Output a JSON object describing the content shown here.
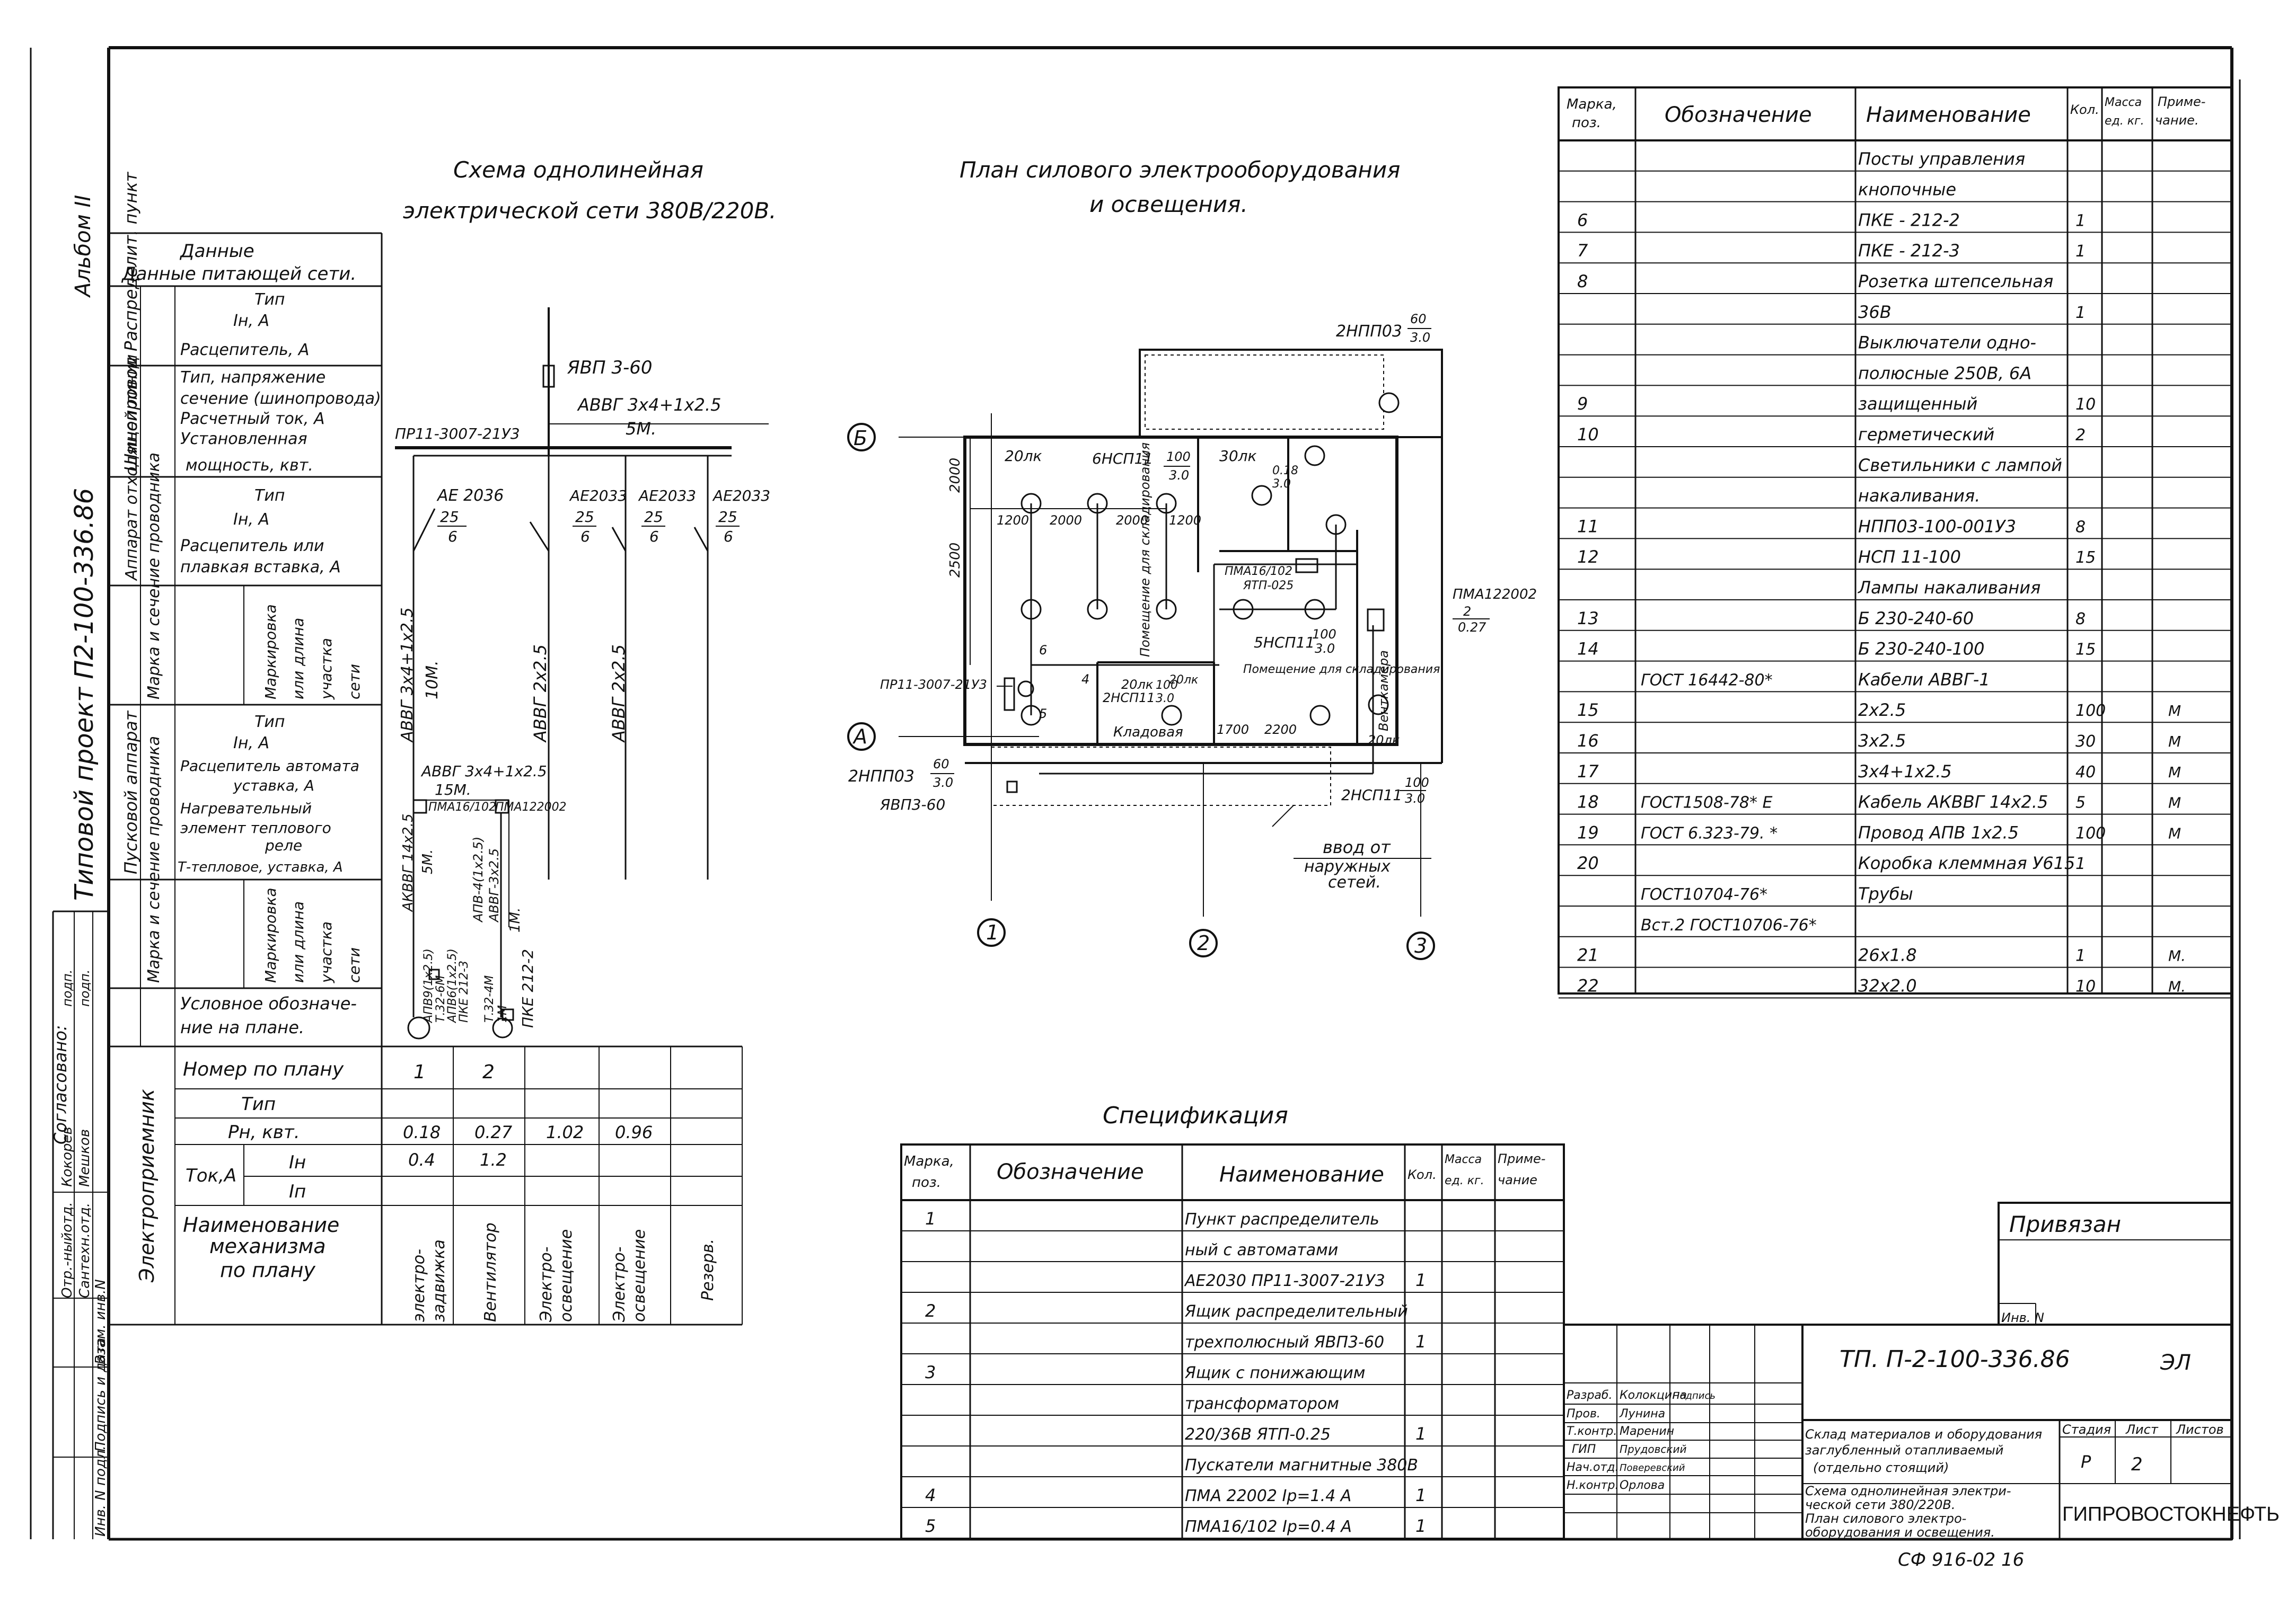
{
  "side_block": {
    "album": "Альбом II",
    "project": "Типовой проект  П2-100-336.86",
    "agreed": "Согласовано:",
    "agreed_rows": [
      [
        "Отр.-ныйотд.",
        "Кокорев",
        "подп."
      ],
      [
        "Сантехн.отд.",
        "Мешков",
        "подп."
      ]
    ],
    "inv_labels": [
      "Инв. N подл.",
      "Подпись и дата",
      "Взам. инв.N"
    ]
  },
  "scheme": {
    "title_line1": "Схема   однолинейная",
    "title_line2": "электрической сети 380В/220В.",
    "left_cols": [
      "Шинопровод Распределит. пункт",
      "Аппарат отходящей линии",
      "Марка и сечение проводника",
      "Пусковой аппарат",
      "Марка и сечение проводника",
      "Электроприемник"
    ],
    "rows": {
      "supply_header": "Данные питающей сети.",
      "busbar": [
        "Тип",
        "Iн, А",
        "Расцепитель, А",
        "Тип, напряжение",
        "сечение (шинопровода)",
        "Расчетный ток, А",
        "Установленная",
        "мощность, квт."
      ],
      "outgoing": [
        "Тип",
        "Iн, А",
        "Расцепитель или",
        "плавкая вставка, А"
      ],
      "wire1": [
        "Маркировка",
        "или длина",
        "участка",
        "сети"
      ],
      "starter": [
        "Тип",
        "Iн, А",
        "Расцепитель автомата",
        "уставка, А",
        "Нагревательный",
        "элемент теплового",
        "реле",
        "Т-тепловое, уставка, А"
      ],
      "wire2": [
        "Маркировка",
        "или длина",
        "участка",
        "сети"
      ],
      "symbol": [
        "Условное обозначе-",
        "ние на плане."
      ]
    },
    "labels": {
      "yavp": "ЯВП 3-60",
      "cable_in": "АВВГ 3х4+1х2.5",
      "cable_len": "5М.",
      "pr": "ПР11-3007-21У3",
      "breakers": [
        [
          "АЕ 2036",
          "25",
          "6"
        ],
        [
          "АЕ2033",
          "25",
          "6"
        ],
        [
          "АЕ2033",
          "25",
          "6"
        ],
        [
          "АЕ2033",
          "25",
          "6"
        ]
      ],
      "line_cables": [
        "АВВГ 3х4+1х2.5",
        "10М.",
        "АВВГ 2х2.5",
        "АВВГ 2х2.5"
      ],
      "cable_15": "АВВГ 3х4+1х2.5",
      "len_15": "15М.",
      "starters": [
        "ПМА16/102",
        "ПМА122002"
      ],
      "branch": [
        "АКВВГ 14х2.5",
        "5М.",
        "АПВ-4(1х2.5)",
        "АВВГ-3х2.5",
        "1М.",
        "ПКЕ 212-2"
      ],
      "relays": [
        "АПВ9(1х2.5)",
        "Т.32-6М",
        "АПВ6(1х2.5)",
        "ПКЕ 212-3",
        "Т.32-4М",
        "1М"
      ]
    },
    "consumer": {
      "headers": [
        "Номер по плану",
        "Тип",
        "Рн, квт.",
        "Ток,А",
        "Iн",
        "Iп",
        "Наименование механизма по плану"
      ],
      "numbers": [
        "1",
        "2",
        "",
        "",
        ""
      ],
      "pn": [
        "0.18",
        "0.27",
        "1.02",
        "0.96",
        ""
      ],
      "in": [
        "0.4",
        "1.2",
        "",
        "",
        ""
      ],
      "names": [
        "Электро-задвижка",
        "Вентилятор",
        "Электро-освещение",
        "Электро-освещение",
        "Резерв."
      ]
    }
  },
  "plan": {
    "title_line1": "План силового электрооборудования",
    "title_line2": "и  освещения.",
    "axes": [
      "Б",
      "А",
      "1",
      "2",
      "3"
    ],
    "dims": [
      "2000",
      "2500",
      "1200",
      "2000",
      "2000",
      "1200",
      "1700",
      "2200"
    ],
    "rooms": [
      "Помещение для складирования",
      "Кладовая",
      "Помещение для складирования",
      "Венткамера"
    ],
    "labels": [
      "20лк",
      "6НСП11",
      "100",
      "3.0",
      "30лк",
      "2НПП03",
      "60",
      "3.0",
      "ПМА16/102",
      "ЯТП-025",
      "ПМА122002",
      "2",
      "0.27",
      "5НСП11",
      "100",
      "3.0",
      "ПР11-3007-21У3",
      "2НСП11",
      "100",
      "3.0",
      "20лк",
      "2НПП03",
      "60",
      "3.0",
      "ЯВП3-60",
      "2НСП11",
      "100",
      "3.0",
      "20лк",
      "0.18",
      "3.0",
      "20лк",
      "6",
      "5",
      "4"
    ],
    "entry": [
      "ввод от",
      "наружных",
      "сетей."
    ]
  },
  "spec_right": {
    "headers": [
      "Марка, поз.",
      "Обозначение",
      "Наименование",
      "Кол.",
      "Масса ед. кг.",
      "Приме-чание"
    ],
    "rows": [
      [
        "",
        "",
        "Посты управления",
        "",
        "",
        ""
      ],
      [
        "",
        "",
        "кнопочные",
        "",
        "",
        ""
      ],
      [
        "6",
        "",
        "ПКЕ - 212-2",
        "1",
        "",
        ""
      ],
      [
        "7",
        "",
        "ПКЕ - 212-3",
        "1",
        "",
        ""
      ],
      [
        "8",
        "",
        "Розетка штепсельная",
        "",
        "",
        ""
      ],
      [
        "",
        "",
        "36В",
        "1",
        "",
        ""
      ],
      [
        "",
        "",
        "Выключатели одно-",
        "",
        "",
        ""
      ],
      [
        "",
        "",
        "полюсные 250В, 6А",
        "",
        "",
        ""
      ],
      [
        "9",
        "",
        "защищенный",
        "10",
        "",
        ""
      ],
      [
        "10",
        "",
        "герметический",
        "2",
        "",
        ""
      ],
      [
        "",
        "",
        "Светильники с лампой",
        "",
        "",
        ""
      ],
      [
        "",
        "",
        "накаливания.",
        "",
        "",
        ""
      ],
      [
        "11",
        "",
        "НПП03-100-001У3",
        "8",
        "",
        ""
      ],
      [
        "12",
        "",
        "НСП 11-100",
        "15",
        "",
        ""
      ],
      [
        "",
        "",
        "Лампы накаливания",
        "",
        "",
        ""
      ],
      [
        "13",
        "",
        "Б 230-240-60",
        "8",
        "",
        ""
      ],
      [
        "14",
        "",
        "Б 230-240-100",
        "15",
        "",
        ""
      ],
      [
        "",
        "ГОСТ 16442-80*",
        "Кабели АВВГ-1",
        "",
        "",
        ""
      ],
      [
        "15",
        "",
        "2х2.5",
        "100",
        "",
        "М"
      ],
      [
        "16",
        "",
        "3х2.5",
        "30",
        "",
        "М"
      ],
      [
        "17",
        "",
        "3х4+1х2.5",
        "40",
        "",
        "М"
      ],
      [
        "18",
        "ГОСТ1508-78* Е",
        "Кабель АКВВГ 14х2.5",
        "5",
        "",
        "М"
      ],
      [
        "19",
        "ГОСТ 6.323-79. *",
        "Провод АПВ 1х2.5",
        "100",
        "",
        "М"
      ],
      [
        "20",
        "",
        "Коробка клеммная У615",
        "1",
        "",
        ""
      ],
      [
        "",
        "ГОСТ10704-76*",
        "Трубы",
        "",
        "",
        ""
      ],
      [
        "",
        "Вст.2 ГОСТ10706-76*",
        "",
        "",
        "",
        ""
      ],
      [
        "21",
        "",
        "26х1.8",
        "1",
        "",
        "М."
      ],
      [
        "22",
        "",
        "32х2.0",
        "10",
        "",
        "М."
      ]
    ]
  },
  "spec_bottom": {
    "title": "Спецификация",
    "headers": [
      "Марка, поз.",
      "Обозначение",
      "Наименование",
      "Кол.",
      "Масса ед. кг.",
      "Приме-чание"
    ],
    "rows": [
      [
        "1",
        "",
        "Пункт распределитель",
        ""
      ],
      [
        "",
        "",
        "ный с автоматами",
        ""
      ],
      [
        "",
        "",
        "АЕ2030 ПР11-3007-21У3",
        "1"
      ],
      [
        "2",
        "",
        "Ящик распределительный",
        ""
      ],
      [
        "",
        "",
        "трехполюсный ЯВП3-60",
        "1"
      ],
      [
        "3",
        "",
        "Ящик с понижающим",
        ""
      ],
      [
        "",
        "",
        "трансформатором",
        ""
      ],
      [
        "",
        "",
        "220/36В   ЯТП-0.25",
        "1"
      ],
      [
        "",
        "",
        "Пускатели магнитные 380В",
        ""
      ],
      [
        "4",
        "",
        "ПМА 22002   Iр=1.4 А",
        "1"
      ],
      [
        "5",
        "",
        "ПМА16/102   Iр=0.4 А",
        "1"
      ]
    ]
  },
  "stamp": {
    "privyazan": "Привязан",
    "inv": "Инв. N",
    "code": "ТП.  П-2-100-336.86",
    "sheet_mark": "ЭЛ",
    "roles": [
      [
        "Разраб.",
        "Колокцина",
        "Подпись"
      ],
      [
        "Пров.",
        "Лунина",
        ""
      ],
      [
        "Т.контр.",
        "Маренин",
        ""
      ],
      [
        "ГИП",
        "Прудовский",
        ""
      ],
      [
        "Нач.отд.",
        "Поверевский",
        ""
      ],
      [
        "Н.контр.",
        "Орлова",
        ""
      ]
    ],
    "object": [
      "Склад материалов и оборудования",
      "заглубленный отапливаемый",
      "(отдельно стоящий)"
    ],
    "stage_headers": [
      "Стадия",
      "Лист",
      "Листов"
    ],
    "stage": "Р",
    "sheet_no": "2",
    "sheet_title": [
      "Схема однолинейная электри-",
      "ческой сети 380/220В.",
      "План силового электро-",
      "оборудования и освещения."
    ],
    "org": "ГИПРОВОСТОКНЕФТЬ",
    "footer": "СФ 916-02  16"
  }
}
